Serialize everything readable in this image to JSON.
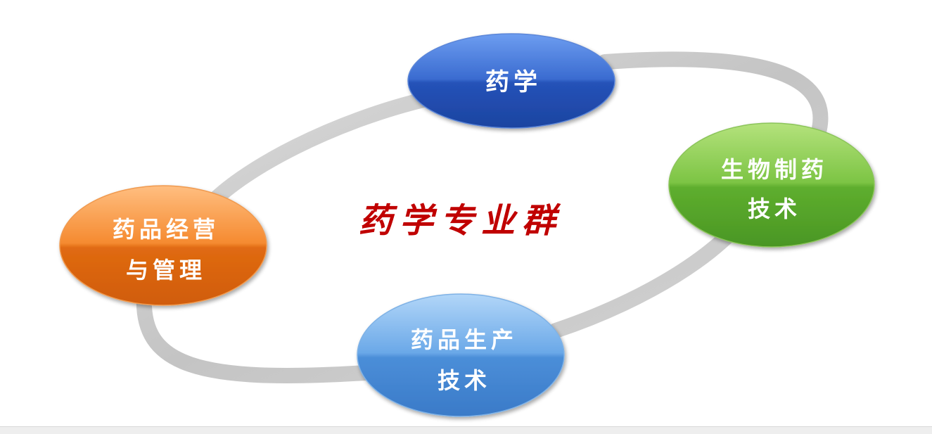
{
  "diagram": {
    "center_title": "药学专业群",
    "nodes": [
      {
        "id": "pharmacy",
        "lines": [
          "药学"
        ],
        "color": "blue-dark"
      },
      {
        "id": "bio-pharma",
        "lines": [
          "生物制药",
          "技术"
        ],
        "color": "green"
      },
      {
        "id": "drug-production",
        "lines": [
          "药品生产",
          "技术"
        ],
        "color": "blue-light"
      },
      {
        "id": "drug-management",
        "lines": [
          "药品经营",
          "与管理"
        ],
        "color": "orange"
      }
    ],
    "colors": {
      "ring": "#c9c9c9",
      "center_text": "#c00000",
      "blue-dark": [
        "#5b8ee0",
        "#2a5bc2",
        "#1a3f9a"
      ],
      "green": [
        "#a4d86a",
        "#6bb83a",
        "#3f8a1e"
      ],
      "blue-light": [
        "#9cc7f2",
        "#5a9be0",
        "#2f6fc0"
      ],
      "orange": [
        "#ffb066",
        "#f07a1e",
        "#c8520a"
      ]
    }
  }
}
